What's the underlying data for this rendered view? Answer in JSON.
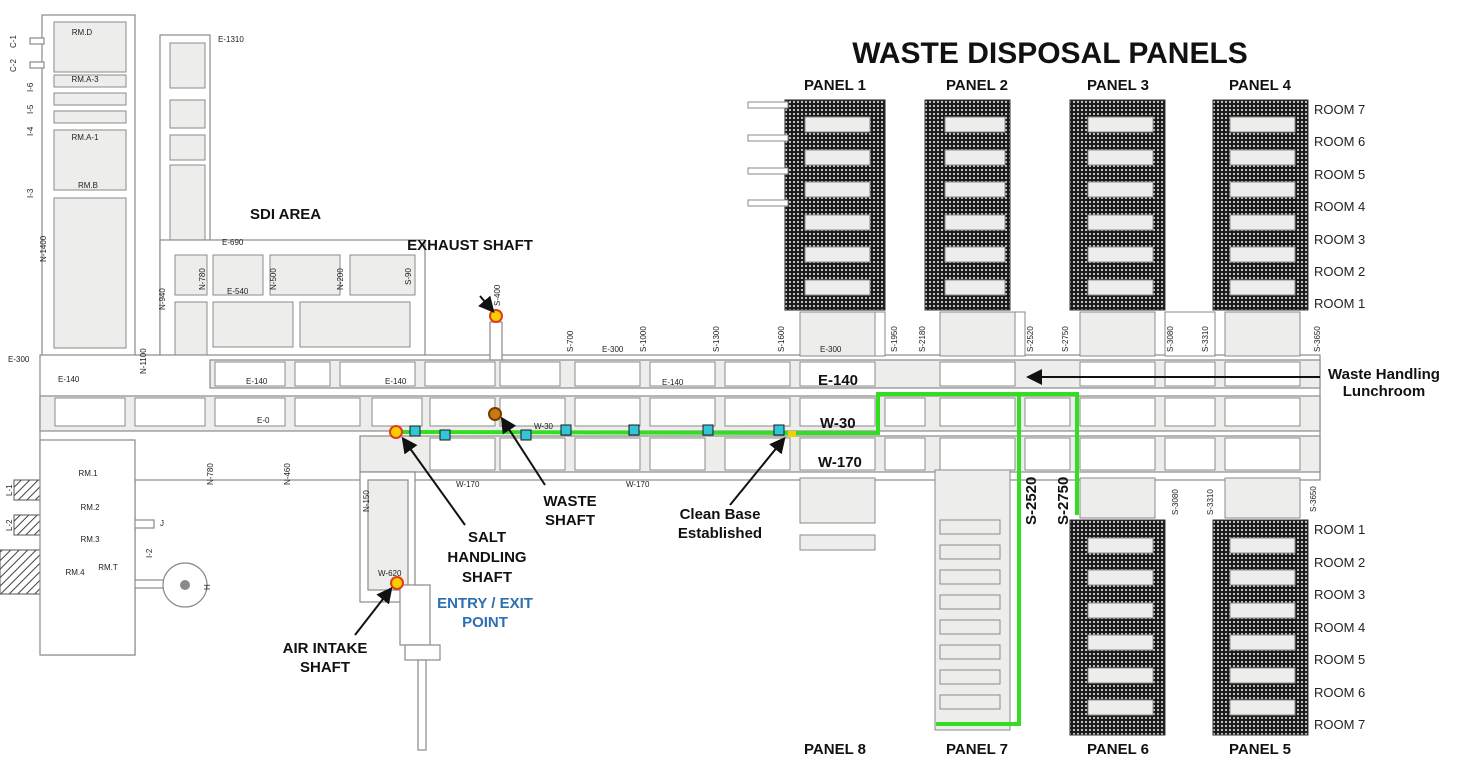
{
  "title": "WASTE DISPOSAL PANELS",
  "colors": {
    "route": "#33dd22",
    "shaft_fill": "#f5d000",
    "shaft_ring": "#e53a1a",
    "marker": "#33c6d8",
    "entry_text": "#2c6fb3"
  },
  "icons": {
    "shaft": "shaft-marker-icon",
    "air_sampler": "air-sampler-icon",
    "arrow": "arrow-icon"
  },
  "areas": {
    "sdi": "SDI AREA",
    "lunchroom": "Waste Handling Lunchroom",
    "clean_base": "Clean Base Established",
    "entry_exit": "ENTRY / EXIT POINT"
  },
  "shafts": {
    "exhaust": "EXHAUST SHAFT",
    "waste": "WASTE SHAFT",
    "salt": "SALT HANDLING SHAFT",
    "air": "AIR INTAKE SHAFT"
  },
  "panels": {
    "p1": "PANEL 1",
    "p2": "PANEL 2",
    "p3": "PANEL 3",
    "p4": "PANEL 4",
    "p5": "PANEL 5",
    "p6": "PANEL 6",
    "p7": "PANEL 7",
    "p8": "PANEL 8"
  },
  "rooms_north": [
    "ROOM 7",
    "ROOM 6",
    "ROOM 5",
    "ROOM 4",
    "ROOM 3",
    "ROOM 2",
    "ROOM 1"
  ],
  "rooms_south": [
    "ROOM 1",
    "ROOM 2",
    "ROOM 3",
    "ROOM 4",
    "ROOM 5",
    "ROOM 6",
    "ROOM 7"
  ],
  "drift_labels_big": {
    "e140": "E-140",
    "w30": "W-30",
    "w170": "W-170",
    "s2520": "S-2520",
    "s2750": "S-2750"
  },
  "drift_labels_small": {
    "e1310": "E-1310",
    "e690": "E-690",
    "e540": "E-540",
    "n780a": "N-780",
    "n500": "N-500",
    "n200": "N-200",
    "s90": "S-90",
    "n940": "N-940",
    "s400": "S-400",
    "e300a": "E-300",
    "e300b": "E-300",
    "e300c": "E-300",
    "n1100": "N-1100",
    "n1400": "N-1400",
    "e140a": "E-140",
    "e140b": "E-140",
    "e140c": "E-140",
    "e140d": "E-140",
    "e0": "E-0",
    "w30s": "W-30",
    "s700": "S-700",
    "s1000": "S-1000",
    "s1300": "S-1300",
    "s1600": "S-1600",
    "s1950": "S-1950",
    "s2180": "S-2180",
    "s2520": "S-2520",
    "s2750": "S-2750",
    "s3080": "S-3080",
    "s3310": "S-3310",
    "s3650": "S-3650",
    "s3080b": "S-3080",
    "s3310b": "S-3310",
    "s3650b": "S-3650",
    "w170a": "W-170",
    "w170b": "W-170",
    "n780b": "N-780",
    "n460": "N-460",
    "n150": "N-150",
    "w620": "W-620"
  },
  "left_rooms": {
    "rmd": "RM.D",
    "rma3": "RM.A-3",
    "rma1": "RM.A-1",
    "rmb": "RM.B",
    "rm1": "RM.1",
    "rm2": "RM.2",
    "rm3": "RM.3",
    "rm4": "RM.4",
    "rmt": "RM.T"
  },
  "left_tags": {
    "c1": "C-1",
    "c2": "C-2",
    "i6": "I-6",
    "i5": "I-5",
    "i4": "I-4",
    "i3": "I-3",
    "l1": "L-1",
    "l2": "L-2",
    "i2": "I-2",
    "j": "J",
    "h": "H"
  }
}
